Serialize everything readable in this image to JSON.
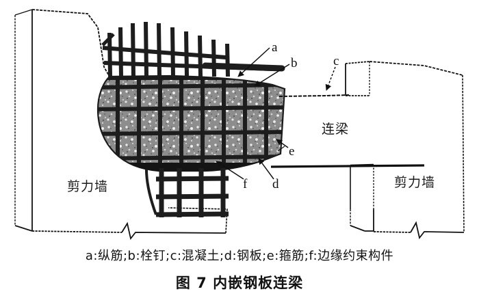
{
  "figure": {
    "title": "图 7  内嵌钢板连梁",
    "legend": "a:纵筋;b:栓钉;c:混凝土;d:钢板;e:箍筋;f:边缘约束构件",
    "background_color": "#ffffff",
    "line_color": "#111111"
  },
  "labels": {
    "a": "a",
    "b": "b",
    "c": "c",
    "d": "d",
    "e": "e",
    "f": "f"
  },
  "annotations": {
    "left_wall": "剪力墙",
    "right_wall": "剪力墙",
    "coupling_beam": "连梁"
  },
  "legend_items": [
    {
      "key": "a",
      "term": "纵筋"
    },
    {
      "key": "b",
      "term": "栓钉"
    },
    {
      "key": "c",
      "term": "混凝土"
    },
    {
      "key": "d",
      "term": "钢板"
    },
    {
      "key": "e",
      "term": "箍筋"
    },
    {
      "key": "f",
      "term": "边缘约束构件"
    }
  ]
}
